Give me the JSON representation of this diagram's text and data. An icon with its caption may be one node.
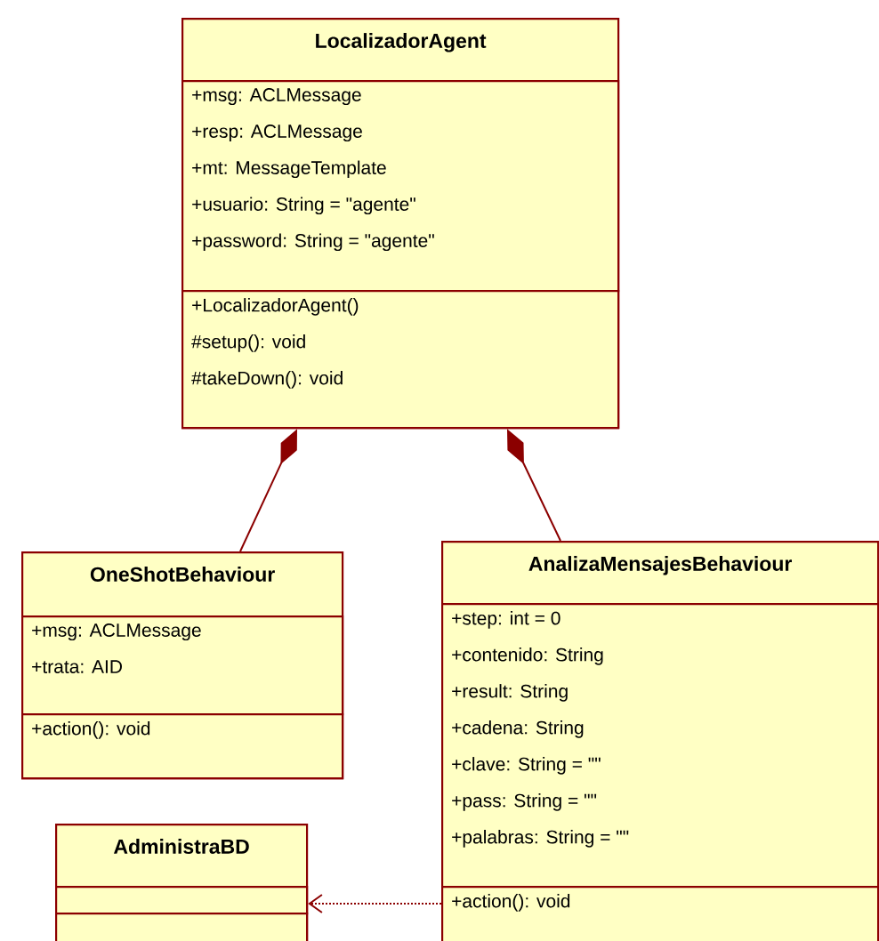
{
  "diagram": {
    "nodes": [
      {
        "text": [
          "LocalizadorAgent"
        ]
      },
      {
        "text": [
          "+msg: ACLMessage",
          "+resp: ACLMessage",
          "+mt: MessageTemplate",
          "+usuario: String = \"agente\"",
          "+password: String = \"agente\""
        ],
        "in": 0
      },
      {
        "text": [
          "+LocalizadorAgent()",
          "#setup(): void",
          "#takeDown(): void"
        ],
        "in": 0
      },
      {
        "text": [
          "OneShotBehaviour"
        ]
      },
      {
        "text": [
          "+msg: ACLMessage",
          "+trata: AID"
        ],
        "in": 3
      },
      {
        "text": [
          "+action(): void"
        ],
        "in": 3
      },
      {
        "text": [
          "AnalizaMensajesBehaviour"
        ]
      },
      {
        "text": [
          "+step: int = 0",
          "+contenido: String",
          "+result: String",
          "+cadena: String",
          "+clave: String = \"\"",
          "+pass: String = \"\"",
          "+palabras: String = \"\""
        ],
        "in": 6
      },
      {
        "text": [
          "+action(): void"
        ],
        "in": 6
      },
      {
        "text": [
          "AdministraBD"
        ]
      },
      {
        "text": [],
        "shape": "box",
        "in": 9
      },
      {
        "text": [],
        "shape": "box",
        "in": 9
      }
    ],
    "edges": [
      {
        "from": 0,
        "to": 3,
        "arrow": "other"
      },
      {
        "from": 0,
        "to": 6,
        "arrow": "other"
      },
      {
        "from": 6,
        "to": 9,
        "arrow": "to",
        "style": "dashed"
      }
    ]
  }
}
